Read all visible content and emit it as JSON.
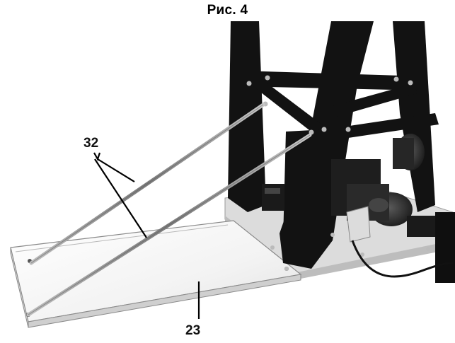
{
  "figure": {
    "title": "Рис. 4"
  },
  "callouts": {
    "label_32": "32",
    "label_23": "23"
  },
  "colors": {
    "frame": "#111111",
    "tray": "#f2f2f2",
    "rod": "#8c8c8c"
  }
}
